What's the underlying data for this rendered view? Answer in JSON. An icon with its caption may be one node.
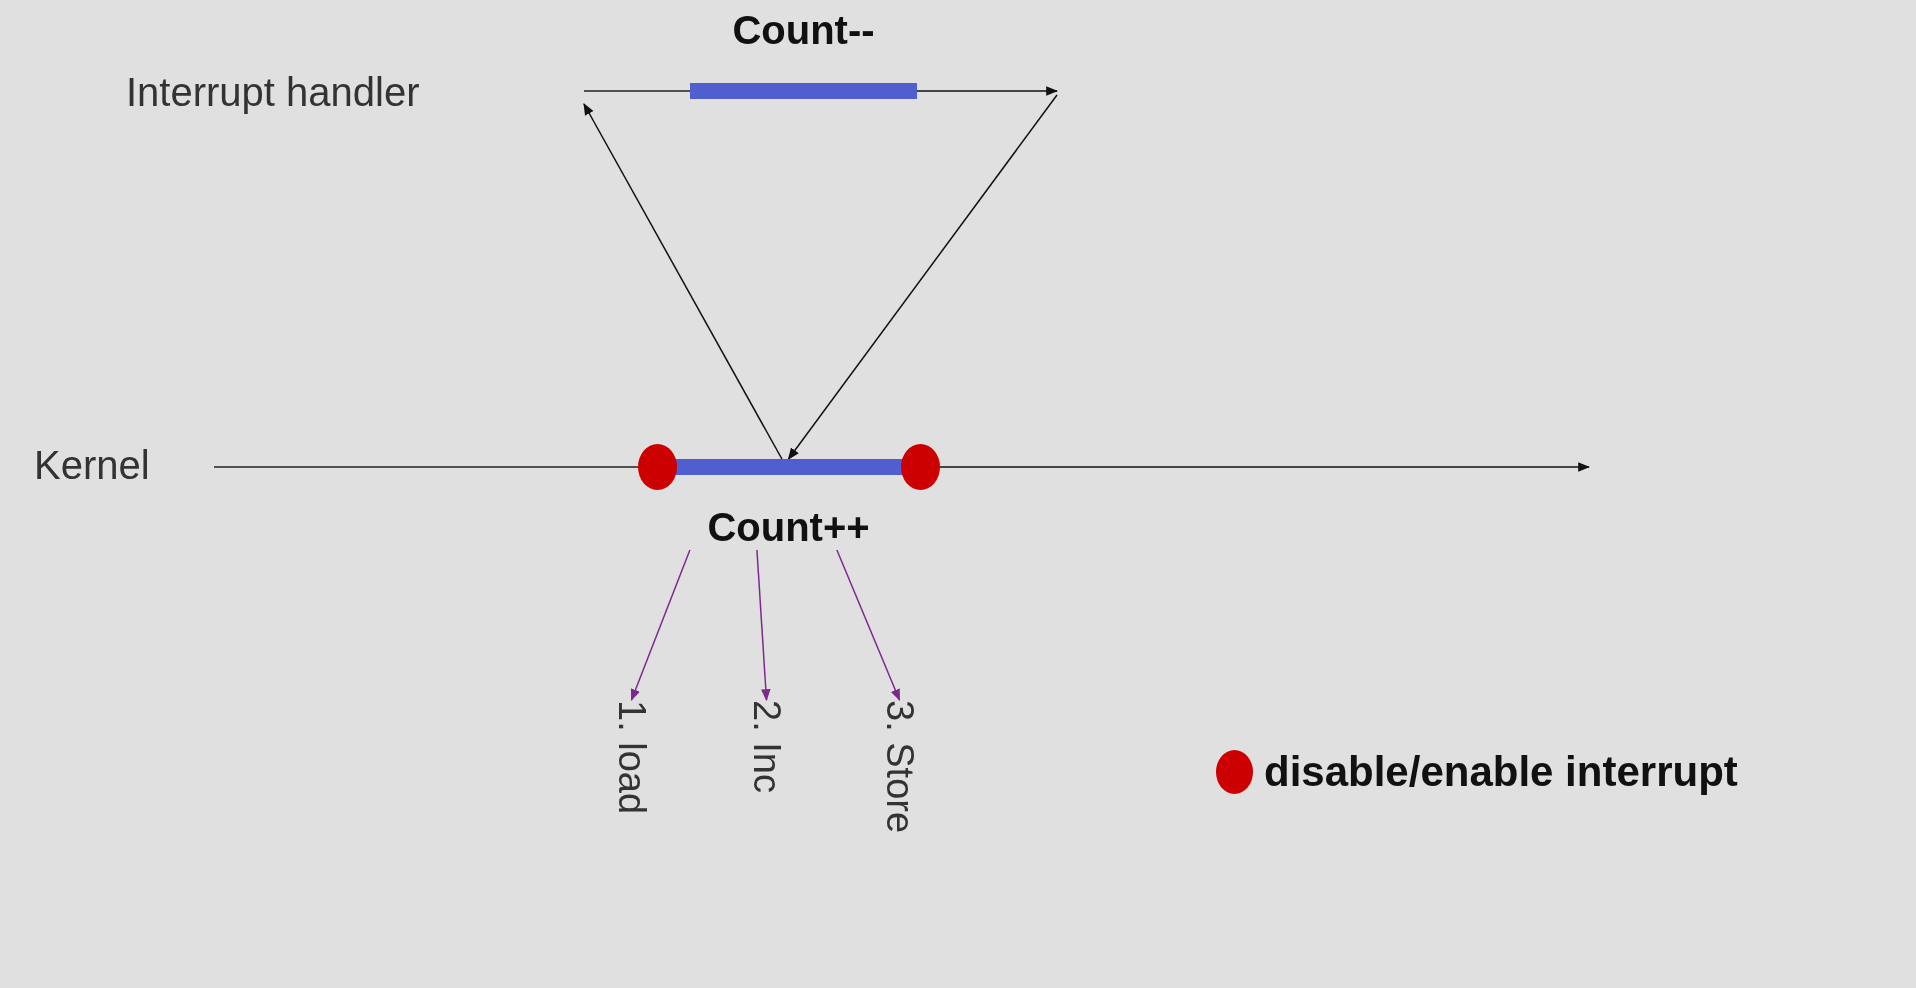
{
  "diagram": {
    "nodes": [
      {
        "text": [
          "Count--"
        ]
      },
      {
        "text": [
          "Count++"
        ]
      },
      {
        "text": [
          "1. load"
        ]
      },
      {
        "text": [
          "2. Inc"
        ]
      },
      {
        "text": [
          "3. Store"
        ]
      },
      {
        "text": [],
        "shape": "circle"
      },
      {
        "text": [],
        "shape": "circle"
      }
    ],
    "edges": [
      {
        "from": 0,
        "to": null,
        "arrow": "to"
      },
      {
        "from": 1,
        "to": null,
        "arrow": "to"
      },
      {
        "from": 1,
        "to": null,
        "arrow": "to"
      },
      {
        "from": null,
        "to": 1,
        "arrow": "to"
      },
      {
        "from": 1,
        "to": 2,
        "arrow": "to",
        "color": "#7b2a8c"
      },
      {
        "from": 1,
        "to": 3,
        "arrow": "to",
        "color": "#7b2a8c"
      },
      {
        "from": 1,
        "to": 4,
        "arrow": "to",
        "color": "#7b2a8c"
      }
    ],
    "labels": [
      "Interrupt handler",
      "Kernel"
    ],
    "legend": [
      {
        "text": "disable/enable interrupt",
        "color": "#cc0000"
      }
    ]
  }
}
